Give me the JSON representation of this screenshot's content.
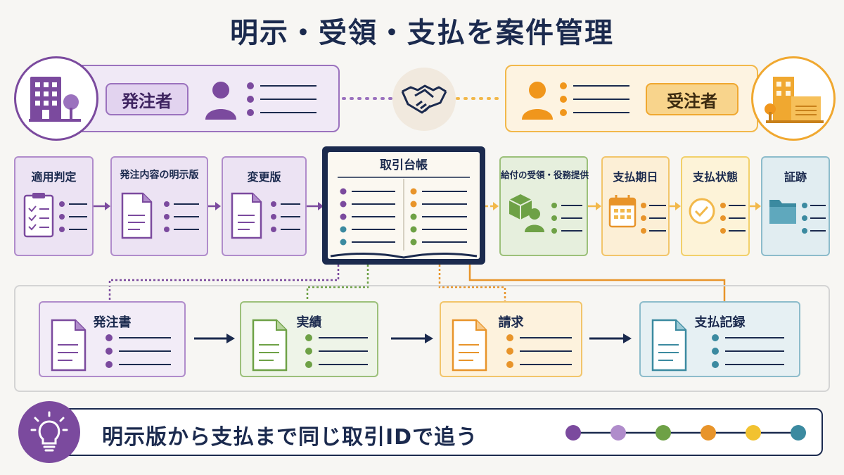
{
  "title": "明示・受領・支払を案件管理",
  "parties": {
    "orderer_label": "発注者",
    "contractor_label": "受注者"
  },
  "process_steps": [
    {
      "label": "適用判定",
      "icon": "checklist-icon"
    },
    {
      "label": "発注内容の明示版",
      "icon": "document-icon"
    },
    {
      "label": "変更版",
      "icon": "document-icon"
    }
  ],
  "ledger_title": "取引台帳",
  "post_steps": [
    {
      "label": "給付の受領・役務提供",
      "icon": "box-person-icon"
    },
    {
      "label": "支払期日",
      "icon": "calendar-icon"
    },
    {
      "label": "支払状態",
      "icon": "check-circle-icon"
    },
    {
      "label": "証跡",
      "icon": "folder-icon"
    }
  ],
  "documents": [
    {
      "label": "発注書",
      "color": "#7b4a9e"
    },
    {
      "label": "実績",
      "color": "#6ea146"
    },
    {
      "label": "請求",
      "color": "#e8942a"
    },
    {
      "label": "支払記録",
      "color": "#3b8aa0"
    }
  ],
  "bottom_message": "明示版から支払まで同じ取引IDで追う",
  "colors": {
    "navy": "#1b2a4e",
    "purple": "#7b4a9e",
    "light_purple": "#b08ccb",
    "green": "#6ea146",
    "orange": "#e8942a",
    "yellow": "#f2c230",
    "teal": "#3b8aa0"
  }
}
